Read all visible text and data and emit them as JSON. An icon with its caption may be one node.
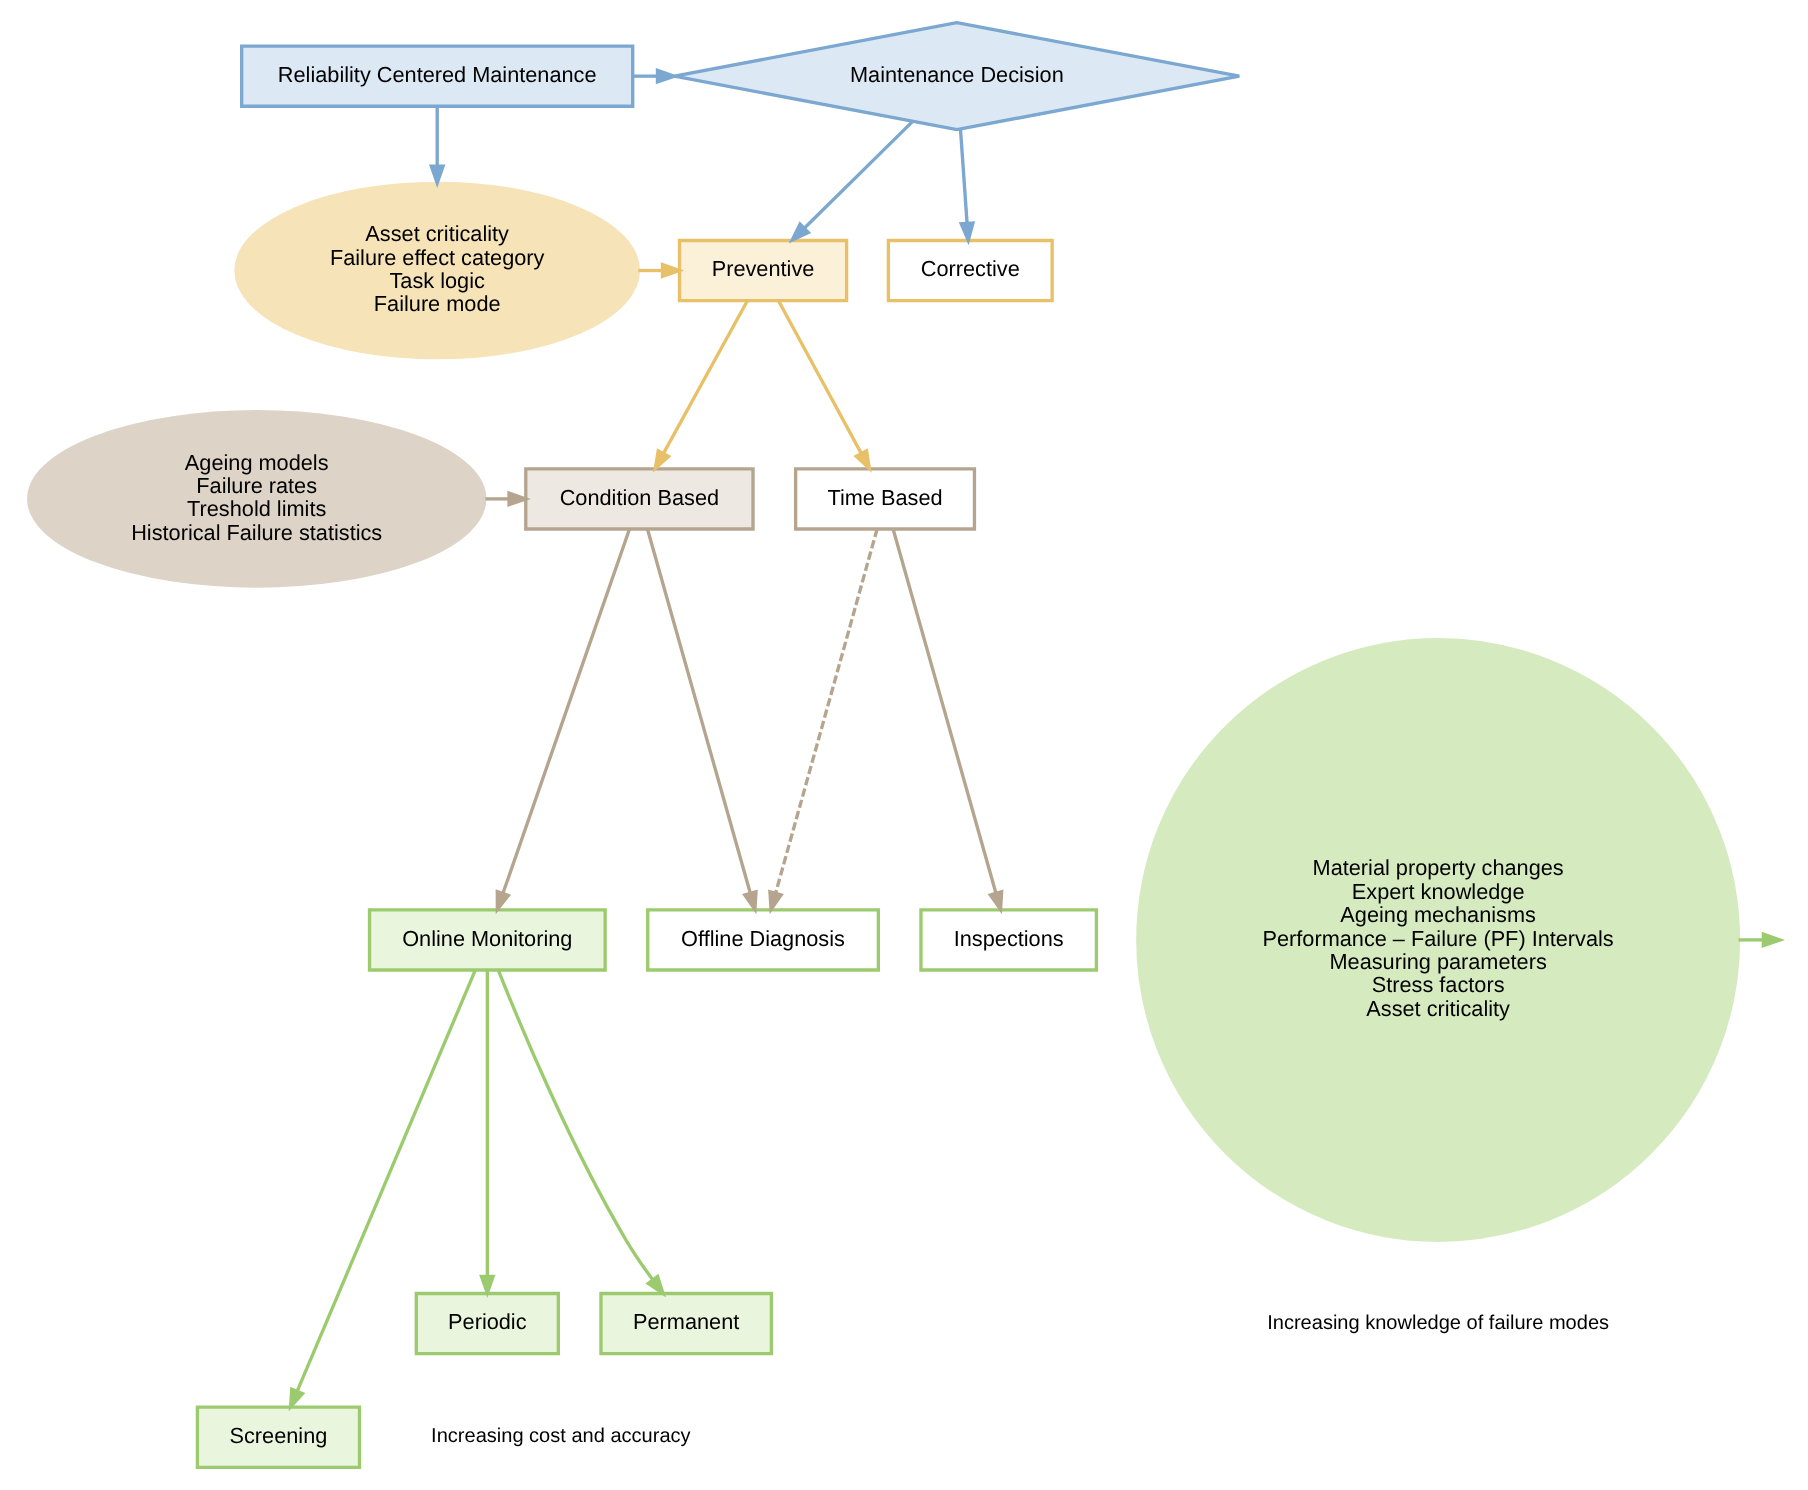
{
  "diagram": {
    "nodes": [
      {
        "text": [
          "Maintenance Decision"
        ]
      },
      {
        "text": [
          "Reliability Centered Maintenance"
        ]
      },
      {
        "text": [
          "Corrective"
        ]
      },
      {
        "text": [
          "Preventive"
        ]
      },
      {
        "text": [
          "Asset criticality",
          "Failure effect category",
          "Task logic",
          "Failure mode"
        ]
      },
      {
        "text": [
          "Time Based"
        ]
      },
      {
        "text": [
          "Condition Based"
        ]
      },
      {
        "text": [
          "Ageing models",
          "Failure rates",
          "Treshold limits",
          "Historical Failure statistics"
        ]
      },
      {
        "text": [
          "Inspections"
        ]
      },
      {
        "text": [
          "Offline Diagnosis"
        ]
      },
      {
        "text": [
          "Online Monitoring"
        ]
      },
      {
        "text": [
          "Material property changes",
          "Expert knowledge",
          "Ageing mechanisms",
          "Performance – Failure (PF) Intervals",
          "Measuring parameters",
          "Stress factors",
          "Asset criticality"
        ]
      },
      {
        "text": [
          "Screening"
        ]
      },
      {
        "text": [
          "Periodic"
        ]
      },
      {
        "text": [
          "Permanent"
        ]
      }
    ],
    "edges": [
      {
        "from": 1,
        "to": 0,
        "arrow": "to",
        "color": "#7ba7d0"
      },
      {
        "from": 1,
        "to": 4,
        "arrow": "to",
        "color": "#7ba7d0"
      },
      {
        "from": 0,
        "to": 2,
        "arrow": "to",
        "color": "#7ba7d0"
      },
      {
        "from": 0,
        "to": 3,
        "arrow": "to",
        "color": "#7ba7d0"
      },
      {
        "from": 4,
        "to": 3,
        "arrow": "to",
        "color": "#e8c068"
      },
      {
        "from": 3,
        "to": 5,
        "arrow": "to",
        "color": "#e8c068"
      },
      {
        "from": 3,
        "to": 6,
        "arrow": "to",
        "color": "#e8c068"
      },
      {
        "from": 7,
        "to": 6,
        "arrow": "to",
        "color": "#b5a58f"
      },
      {
        "from": 5,
        "to": 8,
        "arrow": "to",
        "color": "#b5a58f"
      },
      {
        "from": 5,
        "to": 9,
        "arrow": "to",
        "style": "dashed",
        "color": "#b5a58f"
      },
      {
        "from": 6,
        "to": 9,
        "arrow": "to",
        "color": "#b5a58f"
      },
      {
        "from": 6,
        "to": 10,
        "arrow": "to",
        "color": "#b5a58f"
      },
      {
        "from": 11,
        "to": null,
        "arrow": "to",
        "color": "#9ccb6f"
      },
      {
        "from": 10,
        "to": 12,
        "arrow": "to",
        "color": "#9ccb6f"
      },
      {
        "from": 10,
        "to": 13,
        "arrow": "to",
        "color": "#9ccb6f"
      },
      {
        "from": 10,
        "to": 14,
        "arrow": "to",
        "color": "#9ccb6f"
      }
    ],
    "labels": [
      "Increasing knowledge of failure modes",
      "Increasing cost and accuracy"
    ]
  }
}
